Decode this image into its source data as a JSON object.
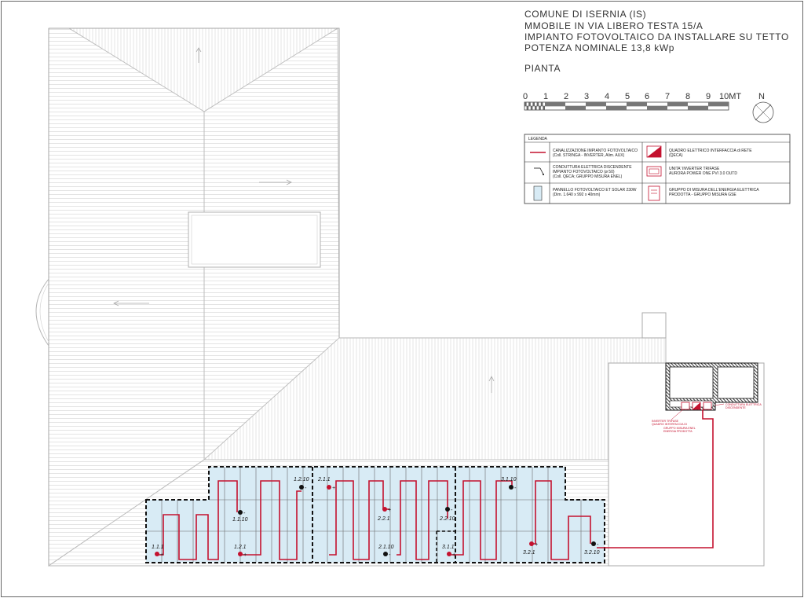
{
  "title": {
    "lines": [
      "COMUNE DI ISERNIA (IS)",
      "MMOBILE IN VIA LIBERO TESTA 15/A",
      "IMPIANTO FOTOVOLTAICO DA INSTALLARE SU TETTO",
      "POTENZA NOMINALE 13,8 kWp"
    ],
    "view": "PIANTA"
  },
  "scale_bar": {
    "numbers": [
      "0",
      "1",
      "2",
      "3",
      "4",
      "5",
      "6",
      "7",
      "8",
      "9"
    ],
    "end_label": "10MT",
    "north": "N"
  },
  "legend": {
    "header": "LEGENDA",
    "items": [
      {
        "line1": "CANALIZZAZIONE IMPIANTO FOTOVOLTAICO",
        "line2": "(Coll. STRINGA - INVERTER, Alim. AUX)",
        "line3": ""
      },
      {
        "line1": "CONDUTTURA ELETTRICA DISCENDENTE",
        "line2": "IMPIANTO FOTOVOLTAICO (ø 50)",
        "line3": "(Coll. QECA; GRUPPO MISURA ENEL)"
      },
      {
        "line1": "PANNELLO FOTOVOLTAICO ET SOLAR 230W",
        "line2": "(Dim. 1.640 x 992 x 40mm)",
        "line3": ""
      },
      {
        "line1": "QUADRO ELETTRICO INTERFACCIA di RETE",
        "line2": "(QECA)",
        "line3": ""
      },
      {
        "line1": "UNITA' INVERTER TRIFASE",
        "line2": "AURORA POWER ONE PVI 3.0 OUTD",
        "line3": ""
      },
      {
        "line1": "GRUPPO DI MISURA DELL'ENERGIA ELETTRICA",
        "line2": "PRODOTTA - GRUPPO MISURA GSE",
        "line3": ""
      }
    ]
  },
  "string_labels": [
    {
      "text": "1.1.1",
      "pol": "+"
    },
    {
      "text": "1.1.10",
      "pol": "-"
    },
    {
      "text": "1.2.1",
      "pol": "+"
    },
    {
      "text": "1.2.10",
      "pol": "-"
    },
    {
      "text": "2.1.1",
      "pol": "+"
    },
    {
      "text": "2.2.1",
      "pol": "+"
    },
    {
      "text": "2.1.10",
      "pol": "-"
    },
    {
      "text": "2.2.10",
      "pol": "-"
    },
    {
      "text": "3.1.1",
      "pol": "+"
    },
    {
      "text": "3.1.10",
      "pol": "-"
    },
    {
      "text": "3.2.1",
      "pol": "+"
    },
    {
      "text": "3.2.10",
      "pol": "-"
    }
  ],
  "room_labels": {
    "inverter": "INVERTER TRIFASE",
    "quadro": "QUADRO INTERFACCIA DI",
    "gruppo1": "GRUPPO MISURA ENEL",
    "gruppo2": "ENERGIA PRODOTTA",
    "discesa1": "CONDUTTURA ELETTRICA",
    "discesa2": "DISCENDENTE"
  },
  "colors": {
    "cable": "#c4122f",
    "panel_fill": "#d8ebf5",
    "roof_line": "#cfcfcf",
    "outline": "#9a9a9a"
  }
}
